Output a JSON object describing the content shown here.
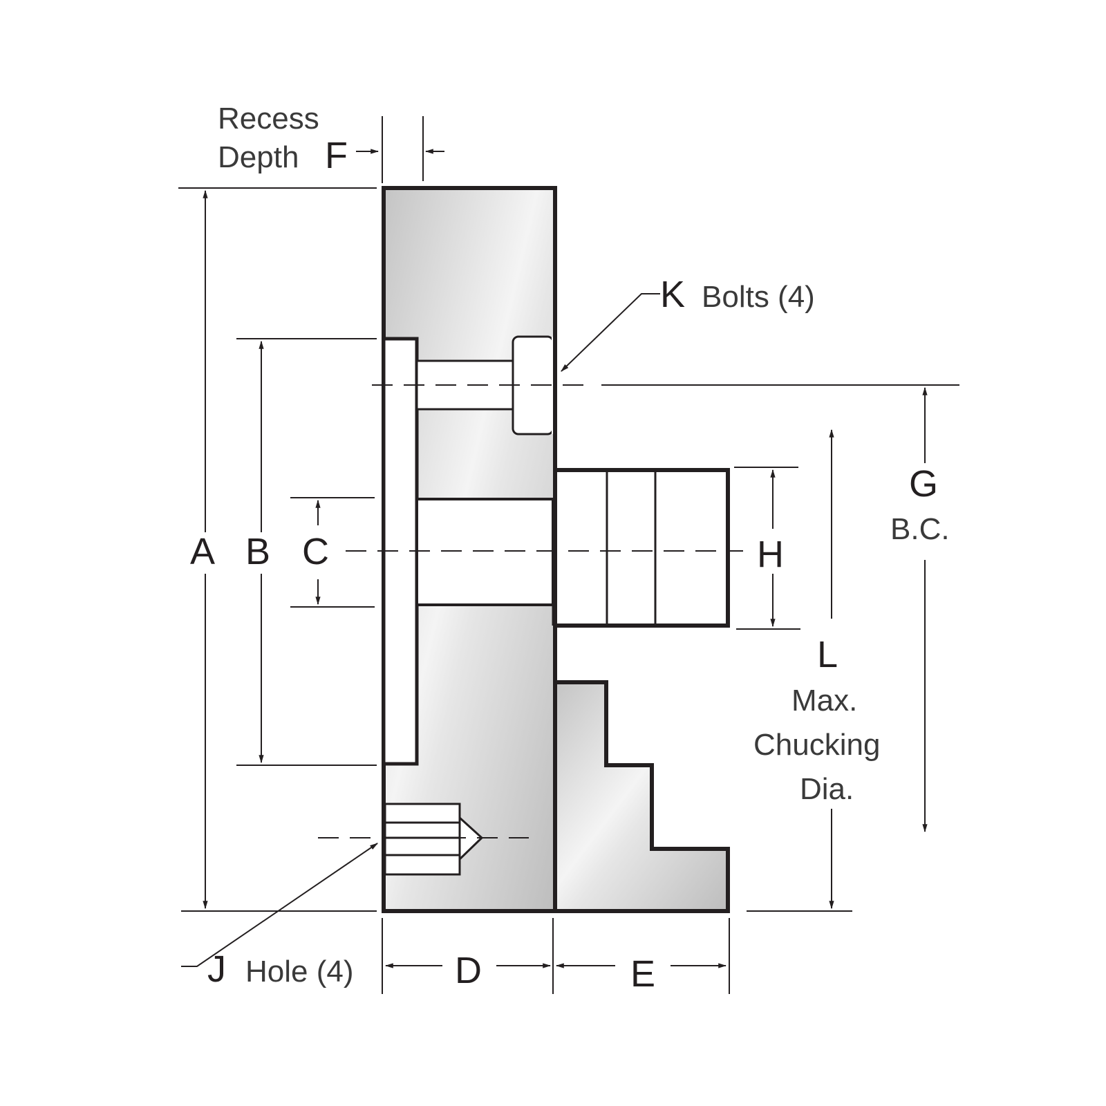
{
  "diagram": {
    "labels": {
      "recess": "Recess",
      "depth": "Depth",
      "f": "F",
      "k": "K",
      "bolts": "Bolts (4)",
      "a": "A",
      "b": "B",
      "c": "C",
      "h": "H",
      "g": "G",
      "bc": "B.C.",
      "l": "L",
      "max": "Max.",
      "chucking": "Chucking",
      "dia": "Dia.",
      "j": "J",
      "hole": "Hole (4)",
      "d": "D",
      "e": "E"
    },
    "colors": {
      "outline": "#231f20",
      "metal_light": "#f2f2f2",
      "metal_dark": "#b9b9b9"
    }
  }
}
